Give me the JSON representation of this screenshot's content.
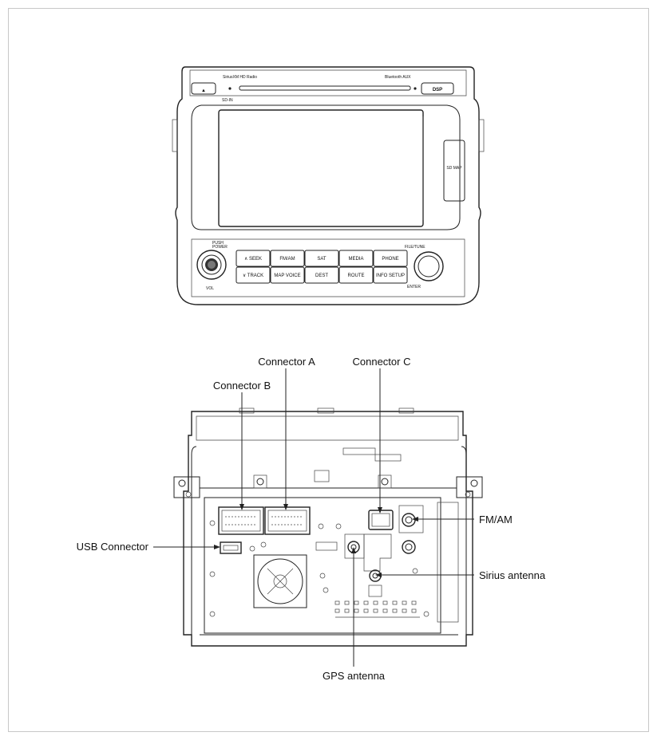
{
  "front_panel": {
    "brand_marks": {
      "left": "SiriusXM  HD Radio",
      "right": "Bluetooth  AUX"
    },
    "eject_symbol": "▲",
    "dsp_label": "DSP",
    "sd_label": "SD-IN",
    "sd_map_label": "SD MAP",
    "push_power": "PUSH\nPOWER",
    "vol": "VOL",
    "file_tune": "FILE/TUNE",
    "enter": "ENTER",
    "buttons_row1": [
      "∧ SEEK",
      "FM/AM",
      "SAT",
      "MEDIA",
      "PHONE"
    ],
    "buttons_row2": [
      "∨ TRACK",
      "MAP VOICE",
      "DEST",
      "ROUTE",
      "INFO SETUP"
    ]
  },
  "callouts": {
    "connector_a": "Connector A",
    "connector_b": "Connector B",
    "connector_c": "Connector C",
    "usb_connector": "USB Connector",
    "fm_am": "FM/AM",
    "sirius_antenna": "Sirius antenna",
    "gps_antenna": "GPS antenna"
  }
}
